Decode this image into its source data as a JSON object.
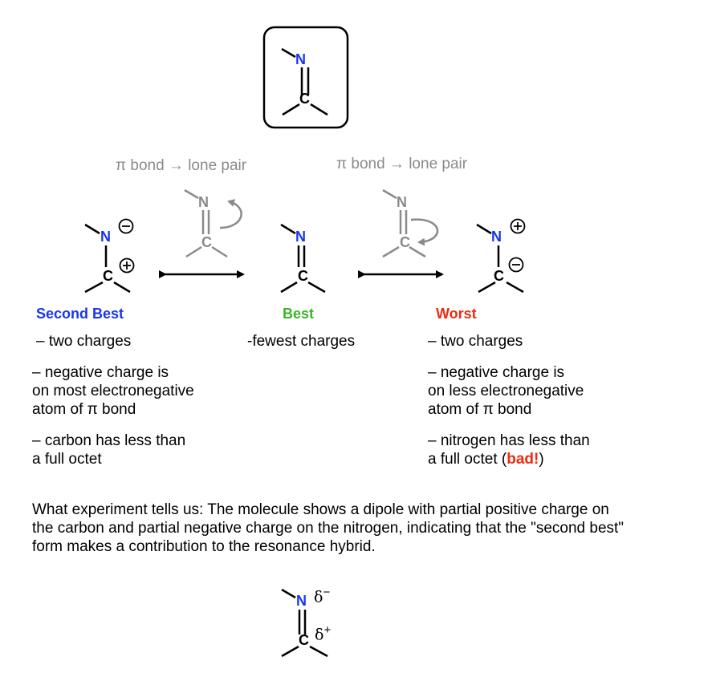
{
  "colors": {
    "nitrogen": "#1736ee",
    "best": "#3cb428",
    "second_best": "#1736ee",
    "worst": "#ee2a12",
    "arrow_gray": "#8a8a8a"
  },
  "atoms": {
    "N": "N",
    "C": "C"
  },
  "pushing_labels": [
    "π bond → lone pair",
    "π bond → lone pair"
  ],
  "forms": {
    "second_best": {
      "label": "Second Best",
      "notes": [
        "– two charges",
        "– negative charge is",
        "on most electronegative",
        "atom of π bond",
        "– carbon has less than",
        "a full octet"
      ]
    },
    "best": {
      "label": "Best",
      "notes": [
        "-fewest charges"
      ]
    },
    "worst": {
      "label": "Worst",
      "notes": [
        "– two charges",
        "– negative charge is",
        "on less electronegative",
        "atom of π bond",
        "– nitrogen has less than"
      ],
      "last_line_prefix": "a full octet (",
      "last_line_bad": "bad!",
      "last_line_suffix": ")"
    }
  },
  "experiment_text": [
    "What experiment tells us: The molecule shows a dipole with partial positive charge on",
    "the carbon and partial negative charge on the nitrogen, indicating that the \"second best\"",
    "form makes a contribution to the resonance hybrid."
  ],
  "partial_charges": {
    "delta_minus": "δ",
    "minus": "−",
    "delta_plus": "δ",
    "plus": "+"
  }
}
